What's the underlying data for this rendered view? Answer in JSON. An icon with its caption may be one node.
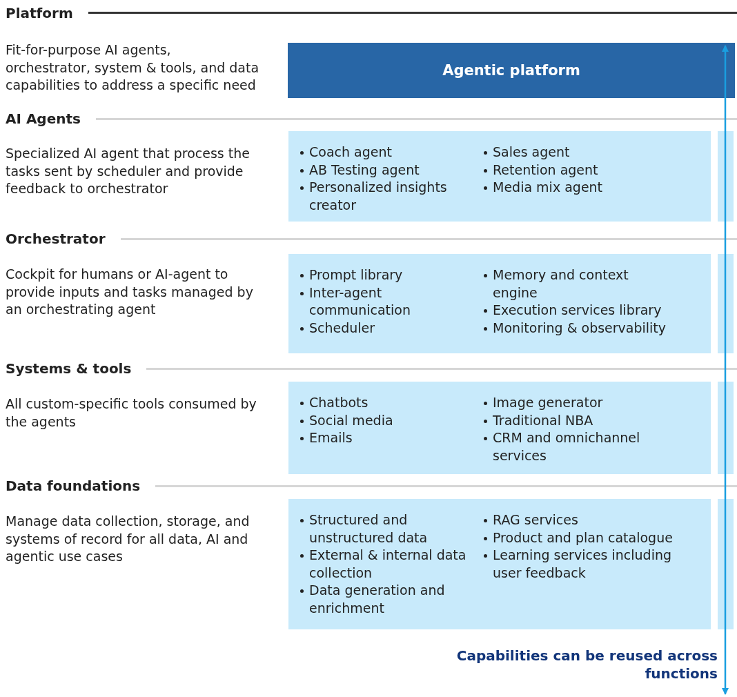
{
  "diagram": {
    "nodes": [
      {
        "text": [
          "Agentic platform"
        ]
      },
      {
        "text": [
          "Coach agent",
          "AB Testing agent",
          "Personalized insights creator",
          "Sales agent",
          "Retention agent",
          "Media mix agent"
        ]
      },
      {
        "text": [],
        "shape": "bar"
      },
      {
        "text": [
          "Prompt library",
          "Inter-agent communication",
          "Scheduler",
          "Memory and context engine",
          "Execution services library",
          "Monitoring & observability"
        ]
      },
      {
        "text": [],
        "shape": "bar"
      },
      {
        "text": [
          "Chatbots",
          "Social media",
          "Emails",
          "Image generator",
          "Traditional NBA",
          "CRM and omnichannel services"
        ]
      },
      {
        "text": [],
        "shape": "bar"
      },
      {
        "text": [
          "Structured and unstructured data",
          "External & internal data collection",
          "Data generation and enrichment",
          "RAG services",
          "Product and plan catalogue",
          "Learning services including user feedback"
        ]
      },
      {
        "text": [],
        "shape": "bar"
      }
    ],
    "labels": [
      "Platform",
      "Fit-for-purpose AI agents, orchestrator, system & tools, and data capabilities to address a specific need",
      "AI Agents",
      "Specialized AI agent that process the tasks sent by scheduler and provide feedback to orchestrator",
      "Orchestrator",
      "Cockpit for humans or AI-agent to provide inputs and tasks managed by an orchestrating agent",
      "Systems & tools",
      "All custom-specific tools consumed by the agents",
      "Data foundations",
      "Manage data collection, storage, and systems of record for all data, AI and agentic use cases",
      "Capabilities can be reused across functions"
    ]
  }
}
